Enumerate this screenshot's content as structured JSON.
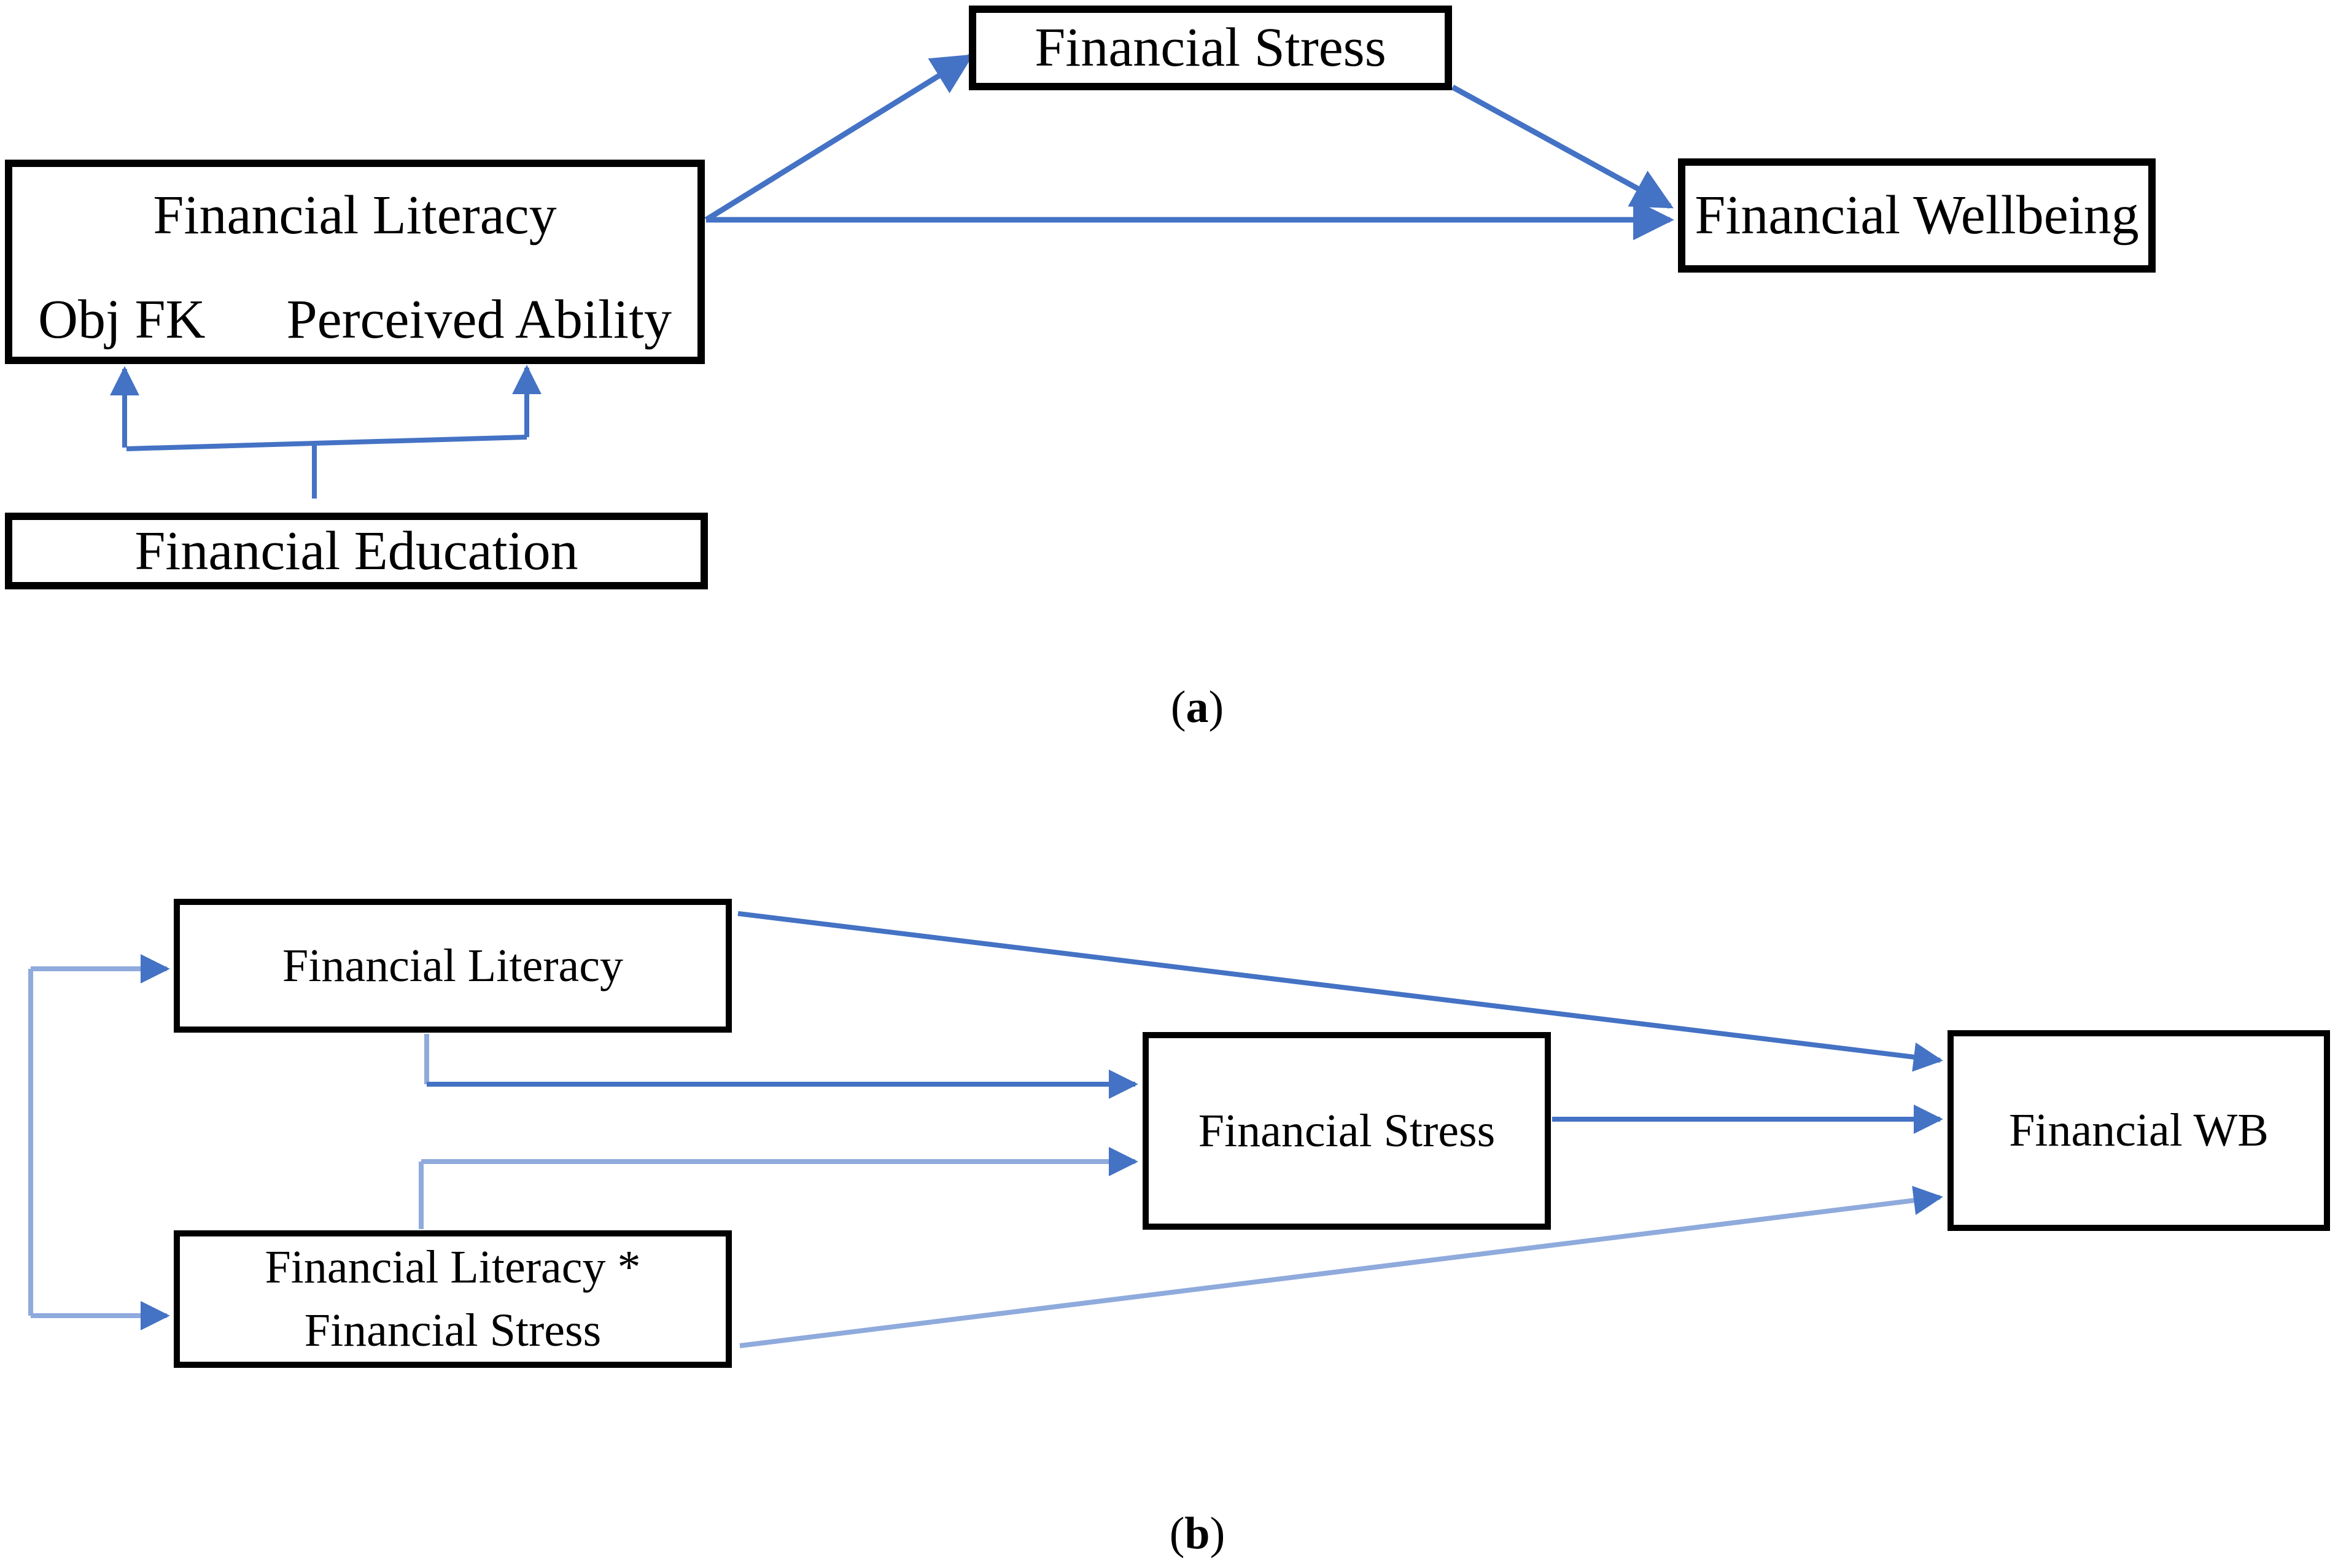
{
  "figure": {
    "background": "#ffffff",
    "arrow_color_primary": "#4472C4",
    "arrow_color_light": "#8FAADC",
    "box_border_color": "#000000"
  },
  "panel_a": {
    "label": {
      "open": "(",
      "letter": "a",
      "close": ")"
    },
    "boxes": {
      "financial_literacy": {
        "title": "Financial Literacy",
        "sub_left": "Obj FK",
        "sub_right": "Perceived Ability"
      },
      "financial_stress": {
        "label": "Financial Stress"
      },
      "financial_wellbeing": {
        "label": "Financial Wellbeing"
      },
      "financial_education": {
        "label": "Financial Education"
      }
    },
    "edges": [
      {
        "from": "Financial Literacy",
        "to": "Financial Stress"
      },
      {
        "from": "Financial Literacy",
        "to": "Financial Wellbeing"
      },
      {
        "from": "Financial Stress",
        "to": "Financial Wellbeing"
      },
      {
        "from": "Financial Education",
        "to": "Obj FK"
      },
      {
        "from": "Financial Education",
        "to": "Perceived Ability"
      }
    ]
  },
  "panel_b": {
    "label": {
      "open": "(",
      "letter": "b",
      "close": ")"
    },
    "boxes": {
      "financial_literacy": {
        "label": "Financial Literacy"
      },
      "interaction": {
        "line1": "Financial Literacy *",
        "line2": "Financial Stress"
      },
      "financial_stress": {
        "label": "Financial Stress"
      },
      "financial_wb": {
        "label": "Financial WB"
      }
    },
    "edges": [
      {
        "from": "Financial Literacy",
        "to": "Financial WB"
      },
      {
        "from": "Financial Literacy",
        "to": "Financial Stress"
      },
      {
        "from": "Financial Literacy * Financial Stress",
        "to": "Financial Stress"
      },
      {
        "from": "Financial Stress",
        "to": "Financial WB"
      },
      {
        "from": "Financial Literacy * Financial Stress",
        "to": "Financial WB"
      },
      {
        "from": "Financial Literacy",
        "to": "Financial Literacy * Financial Stress",
        "style": "bracket-covariance"
      }
    ]
  }
}
